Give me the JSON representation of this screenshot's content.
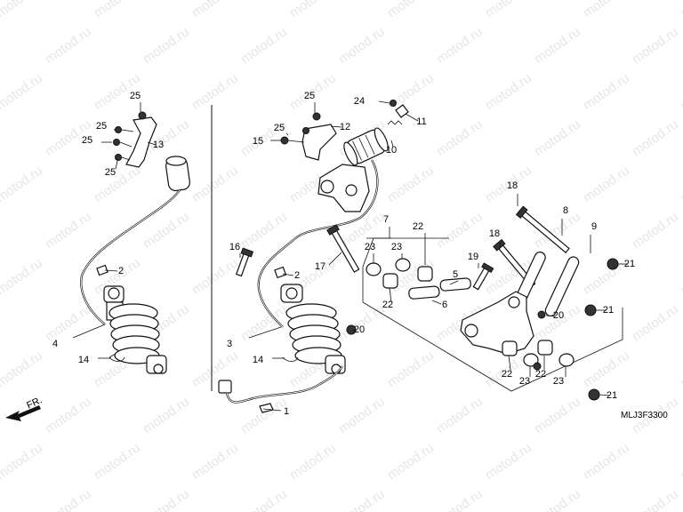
{
  "diagram": {
    "watermark_text": "motod.ru",
    "code": "MLJ3F3300",
    "arrow_label": "FR.",
    "callouts": [
      "1",
      "2",
      "2",
      "3",
      "4",
      "5",
      "6",
      "7",
      "8",
      "9",
      "10",
      "11",
      "12",
      "13",
      "14",
      "14",
      "15",
      "16",
      "17",
      "18",
      "18",
      "19",
      "20",
      "20",
      "21",
      "21",
      "21",
      "22",
      "22",
      "22",
      "22",
      "23",
      "23",
      "23",
      "23",
      "24",
      "25",
      "25",
      "25",
      "25",
      "25",
      "25"
    ]
  }
}
